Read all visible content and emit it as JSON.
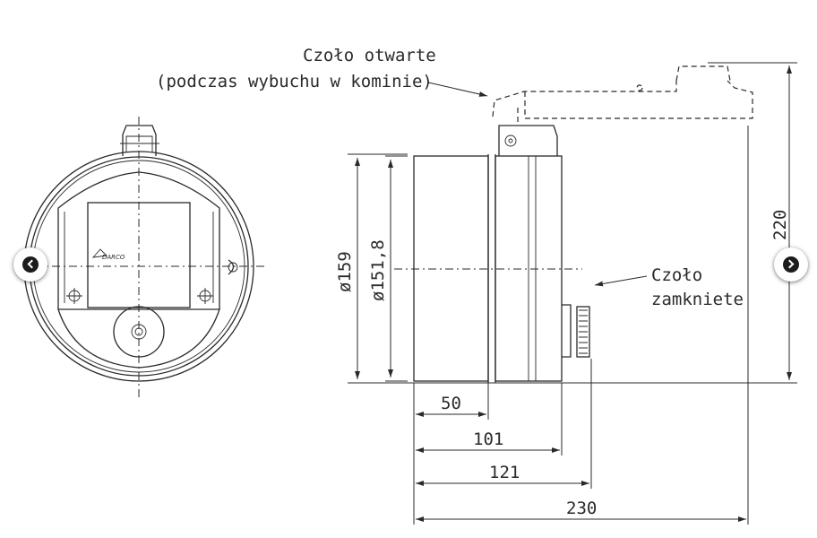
{
  "annotations": {
    "open_front_line1": "Czoło otwarte",
    "open_front_line2": "(podczas wybuchu w kominie)",
    "closed_front_line1": "Czoło",
    "closed_front_line2": "zamkniete"
  },
  "dimensions": {
    "outer_diameter": "ø159",
    "inner_diameter": "ø151,8",
    "height": "220",
    "len_50": "50",
    "len_101": "101",
    "len_121": "121",
    "len_230": "230"
  },
  "logo_text": "DARCO",
  "navigation": {
    "prev_icon": "chevron-left-icon",
    "next_icon": "chevron-right-icon"
  }
}
